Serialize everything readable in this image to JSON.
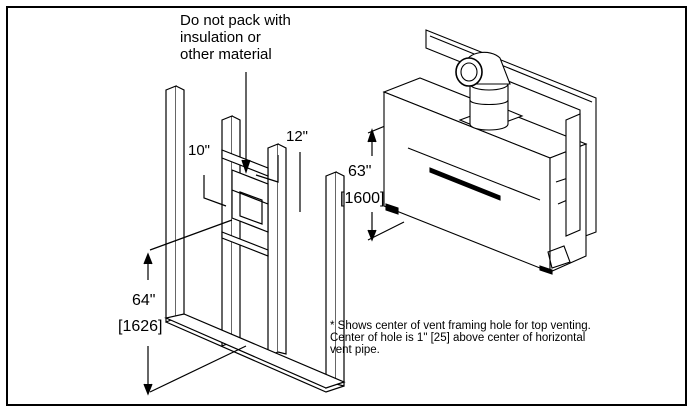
{
  "labels": {
    "no_pack_1": "Do not pack with",
    "no_pack_2": "insulation or",
    "no_pack_3": "other material",
    "dim_10": "10\"",
    "dim_12": "12\"",
    "dim_63": "63\"",
    "dim_1600": "[1600]",
    "dim_64": "64\"",
    "dim_1626": "[1626]"
  },
  "note": "* Shows center of vent framing hole for top venting. Center of hole is 1\" [25] above center of horizontal vent pipe."
}
